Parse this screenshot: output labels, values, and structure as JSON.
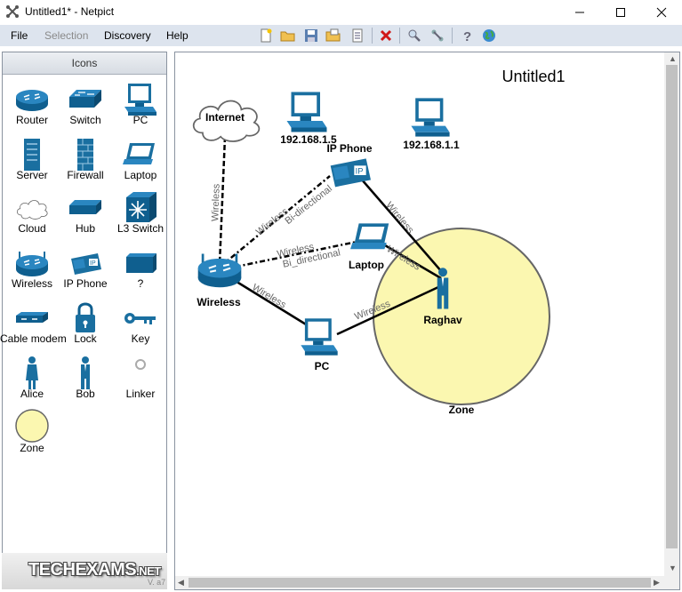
{
  "window": {
    "title": "Untitled1* - Netpict"
  },
  "menu": {
    "file": "File",
    "selection": "Selection",
    "discovery": "Discovery",
    "help": "Help"
  },
  "toolbar": [
    "new-icon",
    "open-icon",
    "save-icon",
    "open-folder-icon",
    "document-icon",
    "delete-icon",
    "zoom-icon",
    "link-icon",
    "help-icon",
    "globe-icon"
  ],
  "palette": {
    "header": "Icons",
    "items": [
      {
        "label": "Router",
        "icon": "router-icon"
      },
      {
        "label": "Switch",
        "icon": "switch-icon"
      },
      {
        "label": "PC",
        "icon": "pc-icon"
      },
      {
        "label": "Server",
        "icon": "server-icon"
      },
      {
        "label": "Firewall",
        "icon": "firewall-icon"
      },
      {
        "label": "Laptop",
        "icon": "laptop-icon"
      },
      {
        "label": "Cloud",
        "icon": "cloud-icon"
      },
      {
        "label": "Hub",
        "icon": "hub-icon"
      },
      {
        "label": "L3 Switch",
        "icon": "l3-switch-icon"
      },
      {
        "label": "Wireless",
        "icon": "wireless-icon"
      },
      {
        "label": "IP Phone",
        "icon": "ip-phone-icon"
      },
      {
        "label": "?",
        "icon": "unknown-device-icon"
      },
      {
        "label": "Cable modem",
        "icon": "cable-modem-icon"
      },
      {
        "label": "Lock",
        "icon": "lock-icon"
      },
      {
        "label": "Key",
        "icon": "key-icon"
      },
      {
        "label": "Alice",
        "icon": "alice-icon"
      },
      {
        "label": "Bob",
        "icon": "bob-icon"
      },
      {
        "label": "Linker",
        "icon": "linker-icon"
      },
      {
        "label": "Zone",
        "icon": "zone-icon"
      }
    ],
    "logo": {
      "main": "TECHEXAMS",
      "suffix": ".NET",
      "version": "V. a7"
    }
  },
  "diagram": {
    "title": "Untitled1",
    "nodes": {
      "internet": "Internet",
      "pc_192_5": "192.168.1.5",
      "pc_192_1": "192.168.1.1",
      "ip_phone": "IP Phone",
      "laptop": "Laptop",
      "wireless": "Wireless",
      "pc": "PC",
      "raghav": "Raghav",
      "zone": "Zone"
    },
    "links": {
      "internet_wireless": "Wireless",
      "wireless_phone": "Wireless",
      "wireless_phone_dir": "Bi-directional",
      "wireless_laptop": "Wireless",
      "wireless_laptop_dir": "Bi_directional",
      "wireless_pc": "Wireless",
      "phone_raghav": "Wireless",
      "laptop_raghav": "Wireless",
      "pc_raghav": "Wireless"
    },
    "colors": {
      "device": "#1a6fa0",
      "zone_fill": "#fbf7b0",
      "zone_stroke": "#666666",
      "link_label": "#666666"
    }
  }
}
